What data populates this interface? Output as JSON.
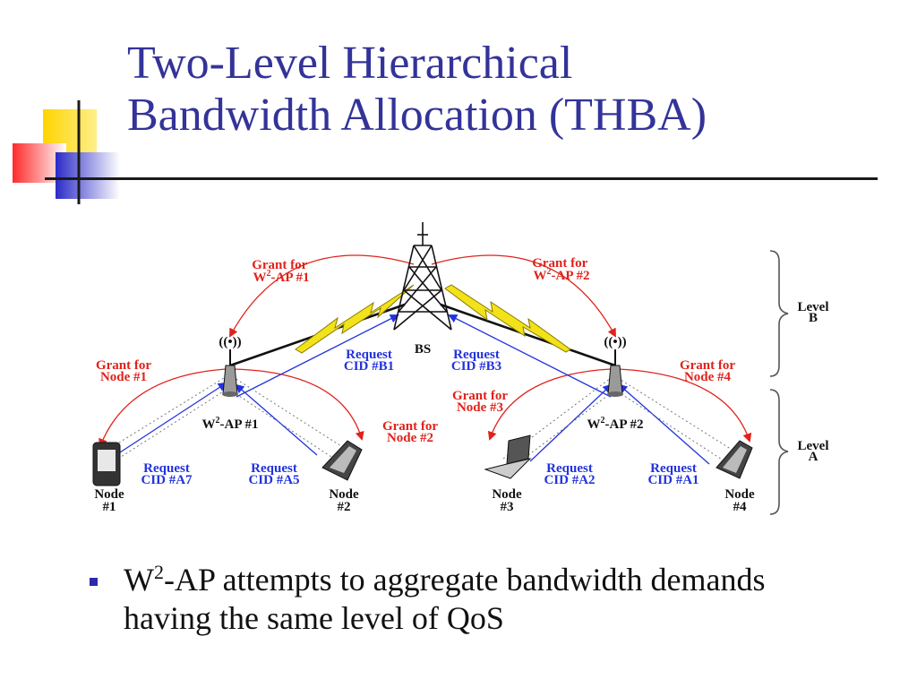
{
  "slide": {
    "title_line1": "Two-Level Hierarchical",
    "title_line2": "Bandwidth Allocation (THBA)"
  },
  "diagram": {
    "base_station": "BS",
    "ap1": {
      "pre": "W",
      "sup": "2",
      "post": "-AP #1"
    },
    "ap2": {
      "pre": "W",
      "sup": "2",
      "post": "-AP #2"
    },
    "grant_ap1": {
      "line1": "Grant for",
      "pre": "W",
      "sup": "2",
      "post": "-AP #1"
    },
    "grant_ap2": {
      "line1": "Grant for",
      "pre": "W",
      "sup": "2",
      "post": "-AP #2"
    },
    "request_b1": [
      "Request",
      "CID #B1"
    ],
    "request_b3": [
      "Request",
      "CID #B3"
    ],
    "grant_node1": [
      "Grant for",
      "Node #1"
    ],
    "grant_node2": [
      "Grant for",
      "Node #2"
    ],
    "grant_node3": [
      "Grant for",
      "Node #3"
    ],
    "grant_node4": [
      "Grant for",
      "Node #4"
    ],
    "request_a7": [
      "Request",
      "CID #A7"
    ],
    "request_a5": [
      "Request",
      "CID #A5"
    ],
    "request_a2": [
      "Request",
      "CID #A2"
    ],
    "request_a1": [
      "Request",
      "CID #A1"
    ],
    "node1": [
      "Node",
      "#1"
    ],
    "node2": [
      "Node",
      "#2"
    ],
    "node3": [
      "Node",
      "#3"
    ],
    "node4": [
      "Node",
      "#4"
    ],
    "level_b": [
      "Level",
      "B"
    ],
    "level_a": [
      "Level",
      "A"
    ],
    "colors": {
      "grant": "#e0221b",
      "request": "#2233dd",
      "link": "#f2e21a",
      "title": "#333399"
    }
  },
  "bullets": [
    {
      "pre": "W",
      "sup": "2",
      "post": "-AP attempts to aggregate bandwidth demands having the same level of QoS"
    }
  ]
}
